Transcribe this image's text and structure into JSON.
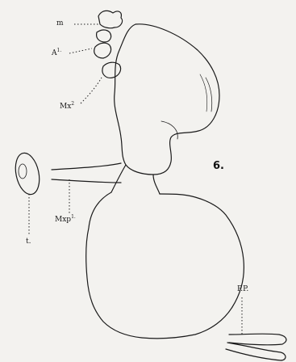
{
  "figure": {
    "number": "6.",
    "labels": {
      "m": {
        "text": "m",
        "sup": ""
      },
      "a1": {
        "text": "A",
        "sup": "1."
      },
      "mx2": {
        "text": "Mx",
        "sup": "2"
      },
      "t": {
        "text": "t.",
        "sup": ""
      },
      "mxp1": {
        "text": "Mxp",
        "sup": "1."
      },
      "pp": {
        "text": "P.P.",
        "sup": ""
      }
    }
  },
  "colors": {
    "paper": "#f3f2ef",
    "ink": "#1a1a1a"
  },
  "icons": [
    "specimen-outline-drawing"
  ]
}
